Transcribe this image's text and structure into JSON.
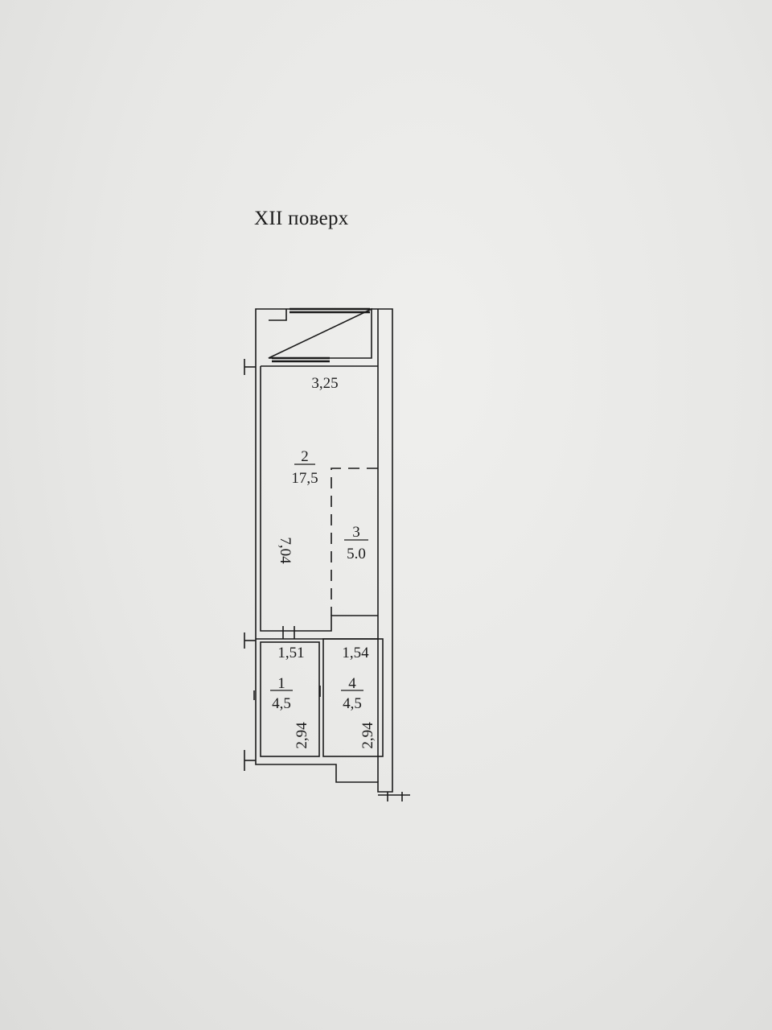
{
  "title": "XII поверх",
  "colors": {
    "paper": "#e9e9e7",
    "ink": "#1b1b1b"
  },
  "rooms": [
    {
      "number": "1",
      "area": "4,5"
    },
    {
      "number": "2",
      "area": "17,5"
    },
    {
      "number": "3",
      "area": "5.0"
    },
    {
      "number": "4",
      "area": "4,5"
    }
  ],
  "dimensions": {
    "room2_width": "3,25",
    "room2_length": "7,04",
    "room1_width": "1,51",
    "room1_length": "2,94",
    "room4_width": "1,54",
    "room4_length": "2,94"
  }
}
